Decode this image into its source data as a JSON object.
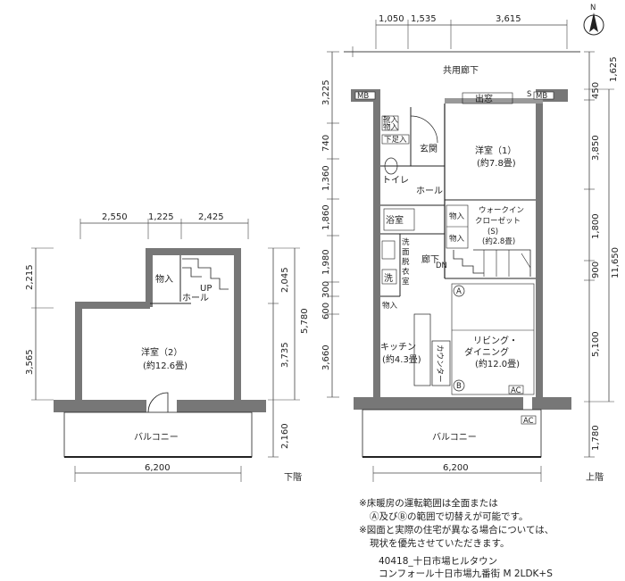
{
  "compass": {
    "label": "N"
  },
  "lower_floor": {
    "label": "下階",
    "top_dims": [
      "2,550",
      "1,225",
      "2,425"
    ],
    "bottom_dim": "6,200",
    "left_dims": [
      "2,215",
      "3,565"
    ],
    "right_dims": [
      "2,045",
      "3,735",
      "5,780",
      "2,160"
    ],
    "rooms": {
      "storage": "物入",
      "up": "UP",
      "hall": "ホール",
      "bedroom2": "洋室（2）",
      "bedroom2_size": "(約12.6畳)",
      "balcony": "バルコニー"
    }
  },
  "upper_floor": {
    "label": "上階",
    "top_dims": [
      "1,050",
      "1,535",
      "3,615"
    ],
    "bottom_dim": "6,200",
    "left_dims": [
      "3,225",
      "740",
      "1,360",
      "1,860",
      "1,980",
      "300",
      "600",
      "3,660"
    ],
    "right_dims": [
      "1,625",
      "450",
      "3,850",
      "1,800",
      "900",
      "11,650",
      "5,100",
      "1,780"
    ],
    "rooms": {
      "corridor": "共用廊下",
      "mb": "MB",
      "mb_s": "S",
      "bay_window": "出窓",
      "shoe_storage_1": "靴入",
      "shoe_storage_2": "物入",
      "shoe_box": "下足入",
      "entrance": "玄関",
      "toilet": "トイレ",
      "hall": "ホール",
      "bedroom1": "洋室（1）",
      "bedroom1_size": "(約7.8畳)",
      "bath": "浴室",
      "storage": "物入",
      "storage2": "物入",
      "wic": "ウォークイン",
      "wic2": "クローゼット",
      "wic_s": "(S)",
      "wic_size": "(約2.8畳)",
      "washroom": "洗面脱衣室",
      "corridor_in": "廊下",
      "dn": "DN",
      "wash": "洗",
      "storage3": "物入",
      "kitchen": "キッチン",
      "kitchen_size": "(約4.3畳)",
      "counter": "カウンター",
      "living": "リビング・",
      "living2": "ダイニング",
      "living_size": "(約12.0畳)",
      "mark_a": "A",
      "mark_b": "B",
      "ac": "AC",
      "balcony": "バルコニー"
    }
  },
  "notes": {
    "line1": "※床暖房の運転範囲は全面または",
    "line2": "Ⓐ及びⒷの範囲で切替えが可能です。",
    "line3": "※図面と実際の住宅が異なる場合については、",
    "line4": "現状を優先させていただきます。",
    "code": "40418_十日市場ヒルタウン",
    "name": "コンフォール十日市場九番街 M 2LDK+S"
  }
}
